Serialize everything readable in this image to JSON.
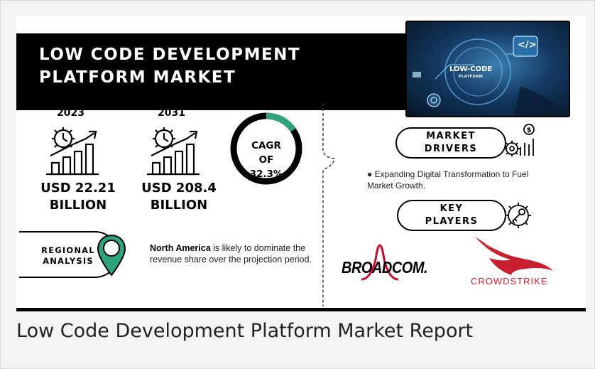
{
  "title": "LOW CODE DEVELOPMENT PLATFORM MARKET",
  "hero": {
    "label_main": "LOW-CODE",
    "label_sub": "PLATFORM",
    "code_symbol": "</>"
  },
  "stats": [
    {
      "year": "2023",
      "value_line1": "USD 22.21",
      "value_line2": "BILLION"
    },
    {
      "year": "2031",
      "value_line1": "USD 208.4",
      "value_line2": "BILLION"
    }
  ],
  "cagr": {
    "line1": "CAGR",
    "line2": "OF",
    "line3": "32.3%"
  },
  "regional": {
    "label_line1": "REGIONAL",
    "label_line2": "ANALYSIS",
    "region": "North America",
    "description": " is likely to dominate the revenue share over the projection period."
  },
  "market_drivers": {
    "label_line1": "MARKET",
    "label_line2": "DRIVERS",
    "item": "● Expanding Digital Transformation to Fuel Market Growth.",
    "icon": "gear-dollar-bars-icon"
  },
  "key_players": {
    "label_line1": "KEY",
    "label_line2": "PLAYERS",
    "icon": "gear-key-icon",
    "companies": [
      "BROADCOM",
      "CROWDSTRIKE"
    ],
    "company_suffix": "."
  },
  "caption": "Low Code Development Platform Market Report",
  "colors": {
    "accent_teal": "#2fa37c",
    "crowdstrike_red": "#c8202f",
    "broadcom_red": "#cc092f",
    "hero_blue": "#1f5f94"
  }
}
